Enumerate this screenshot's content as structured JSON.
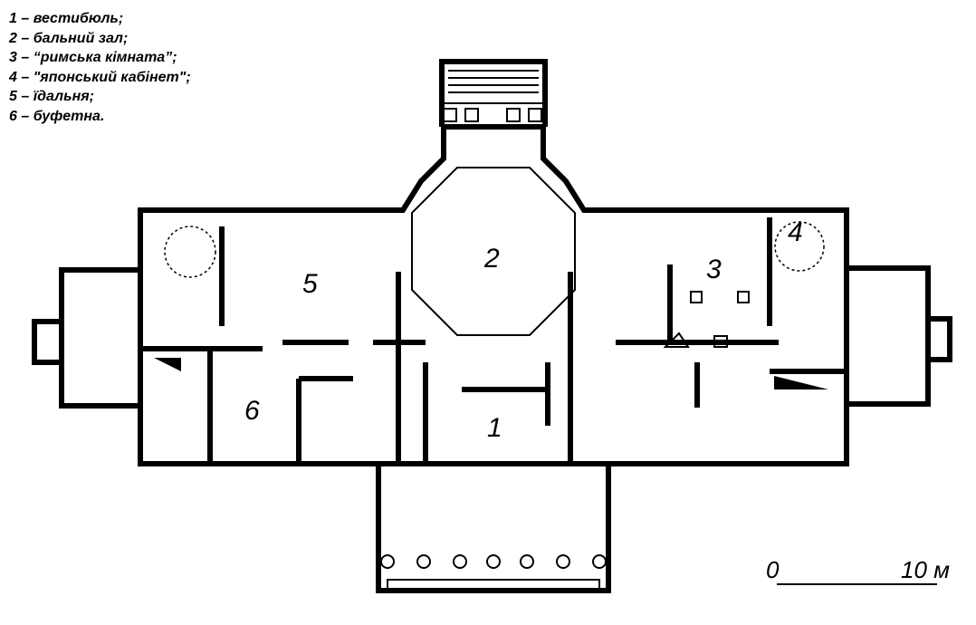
{
  "legend": [
    "1 – вестибюль;",
    "2 – бальний зал;",
    "3 – “римська кімната”;",
    "4 – \"японський кабінет\";",
    "5 – їдальня;",
    "6 – буфетна."
  ],
  "rooms": {
    "r1": "1",
    "r2": "2",
    "r3": "3",
    "r4": "4",
    "r5": "5",
    "r6": "6"
  },
  "scale": {
    "start": "0",
    "end": "10 м"
  }
}
